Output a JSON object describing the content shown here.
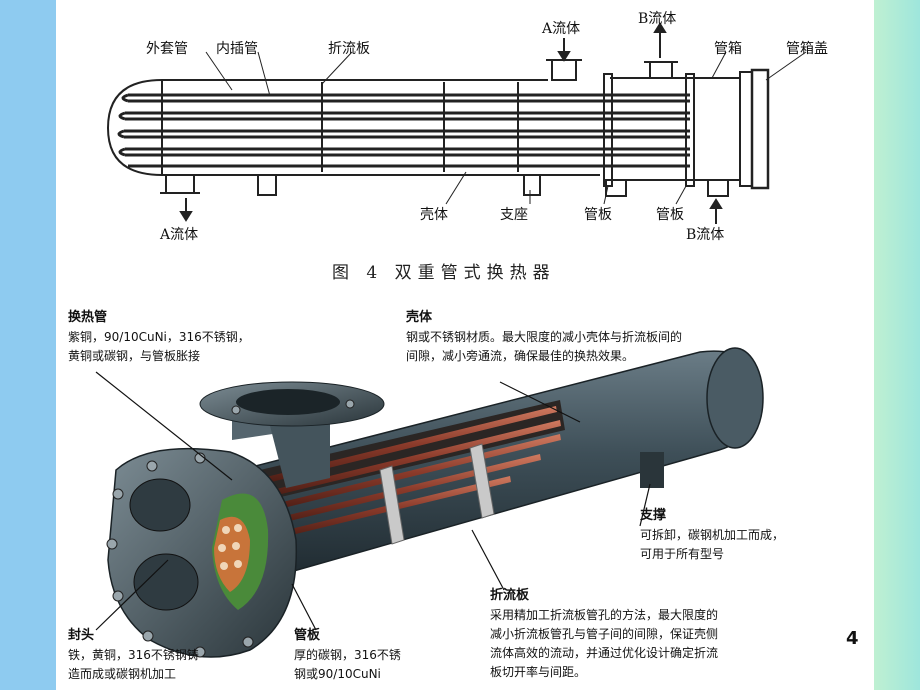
{
  "top_diagram": {
    "labels": {
      "outer_tube": "外套管",
      "inner_tube": "内插管",
      "baffle": "折流板",
      "fluid_a_in": "A流体",
      "fluid_b_out": "B流体",
      "channel_box": "管箱",
      "channel_cover": "管箱盖",
      "shell": "壳体",
      "support": "支座",
      "tube_sheet_1": "管板",
      "tube_sheet_2": "管板",
      "fluid_a_out": "A流体",
      "fluid_b_in": "B流体"
    },
    "caption": "图 4  双重管式换热器"
  },
  "annotations": {
    "heat_tube": {
      "title": "换热管",
      "lines": [
        "紫铜，90/10CuNi，316不锈钢，",
        "黄铜或碳钢，与管板胀接"
      ]
    },
    "shell": {
      "title": "壳体",
      "lines": [
        "钢或不锈钢材质。最大限度的减小壳体与折流板间的",
        "间隙，减小旁通流，确保最佳的换热效果。"
      ]
    },
    "support": {
      "title": "支撑",
      "lines": [
        "可拆卸，碳钢机加工而成，",
        "可用于所有型号"
      ]
    },
    "baffle": {
      "title": "折流板",
      "lines": [
        "采用精加工折流板管孔的方法，最大限度的",
        "减小折流板管孔与管子间的间隙，保证壳侧",
        "流体高效的流动，并通过优化设计确定折流",
        "板切开率与间距。"
      ]
    },
    "head": {
      "title": "封头",
      "lines": [
        "铁，黄铜，316不锈钢铸",
        "造而成或碳钢机加工"
      ]
    },
    "tube_sheet": {
      "title": "管板",
      "lines": [
        "厚的碳钢，316不锈",
        "钢或90/10CuNi"
      ]
    }
  },
  "page_number": "4",
  "colors": {
    "left_band": "#8ecbf0",
    "right_band": "#9ee6dc",
    "shell": "#3b4a52",
    "tube": "#9a4a3a"
  }
}
